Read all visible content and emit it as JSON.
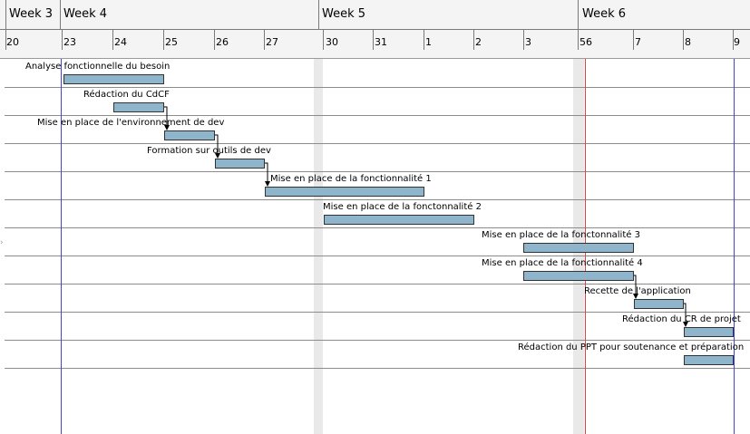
{
  "timeline": {
    "weeks": [
      {
        "label": "Week 3"
      },
      {
        "label": "Week 4"
      },
      {
        "label": "Week 5"
      },
      {
        "label": "Week 6"
      }
    ],
    "days": [
      "20",
      "23",
      "24",
      "25",
      "26",
      "27",
      "30",
      "31",
      "1",
      "2",
      "3",
      "56",
      "7",
      "8",
      "9"
    ]
  },
  "tasks": [
    {
      "name": "Analyse fonctionnelle du besoin"
    },
    {
      "name": "Rédaction du CdCF"
    },
    {
      "name": "Mise en place de l'environnement de dev"
    },
    {
      "name": "Formation sur outils de dev"
    },
    {
      "name": "Mise en place de la fonctionnalité 1"
    },
    {
      "name": "Mise en place de la fonctonnalité 2"
    },
    {
      "name": "Mise en place de la fonctonnalité 3"
    },
    {
      "name": "Mise en place de la fonctionnalité 4"
    },
    {
      "name": "Recette de l'application"
    },
    {
      "name": "Rédaction du CR de projet"
    },
    {
      "name": "Rédaction du PPT pour soutenance et préparation"
    }
  ],
  "colors": {
    "bar_fill": "#8fb5cd",
    "today_marker": "#4444cc",
    "deadline_marker": "#dd4444",
    "weekend_band": "#e9e9e9"
  }
}
